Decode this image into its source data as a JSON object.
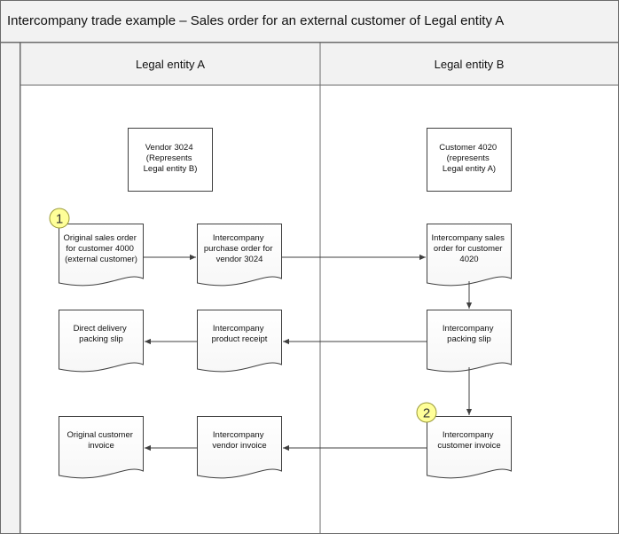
{
  "title": "Intercompany trade example – Sales order for an external customer of Legal entity A",
  "lanes": {
    "a": "Legal entity A",
    "b": "Legal entity B"
  },
  "boxes": {
    "vendor": [
      "Vendor 3024",
      "(Represents",
      "Legal entity B)"
    ],
    "customer": [
      "Customer 4020",
      "(represents",
      "Legal entity A)"
    ],
    "original_so": [
      "Original sales order",
      "for customer 4000",
      "(external customer)"
    ],
    "ic_po": [
      "Intercompany",
      "purchase order for",
      "vendor 3024"
    ],
    "ic_so": [
      "Intercompany sales",
      "order for customer",
      "4020"
    ],
    "direct_delivery": [
      "Direct delivery",
      "packing slip"
    ],
    "ic_receipt": [
      "Intercompany",
      "product receipt"
    ],
    "ic_packing": [
      "Intercompany",
      "packing slip"
    ],
    "orig_invoice": [
      "Original customer",
      "invoice"
    ],
    "ic_vendor_inv": [
      "Intercompany",
      "vendor invoice"
    ],
    "ic_cust_inv": [
      "Intercompany",
      "customer invoice"
    ]
  },
  "badges": {
    "one": "1",
    "two": "2"
  },
  "colors": {
    "frame": "#6b6b6b",
    "title_fill": "#f2f2f2",
    "lane_header_fill": "#f2f2f2",
    "badge_fill": "#ffff99",
    "badge_stroke": "#9a9a3a",
    "arrow": "#404040"
  }
}
